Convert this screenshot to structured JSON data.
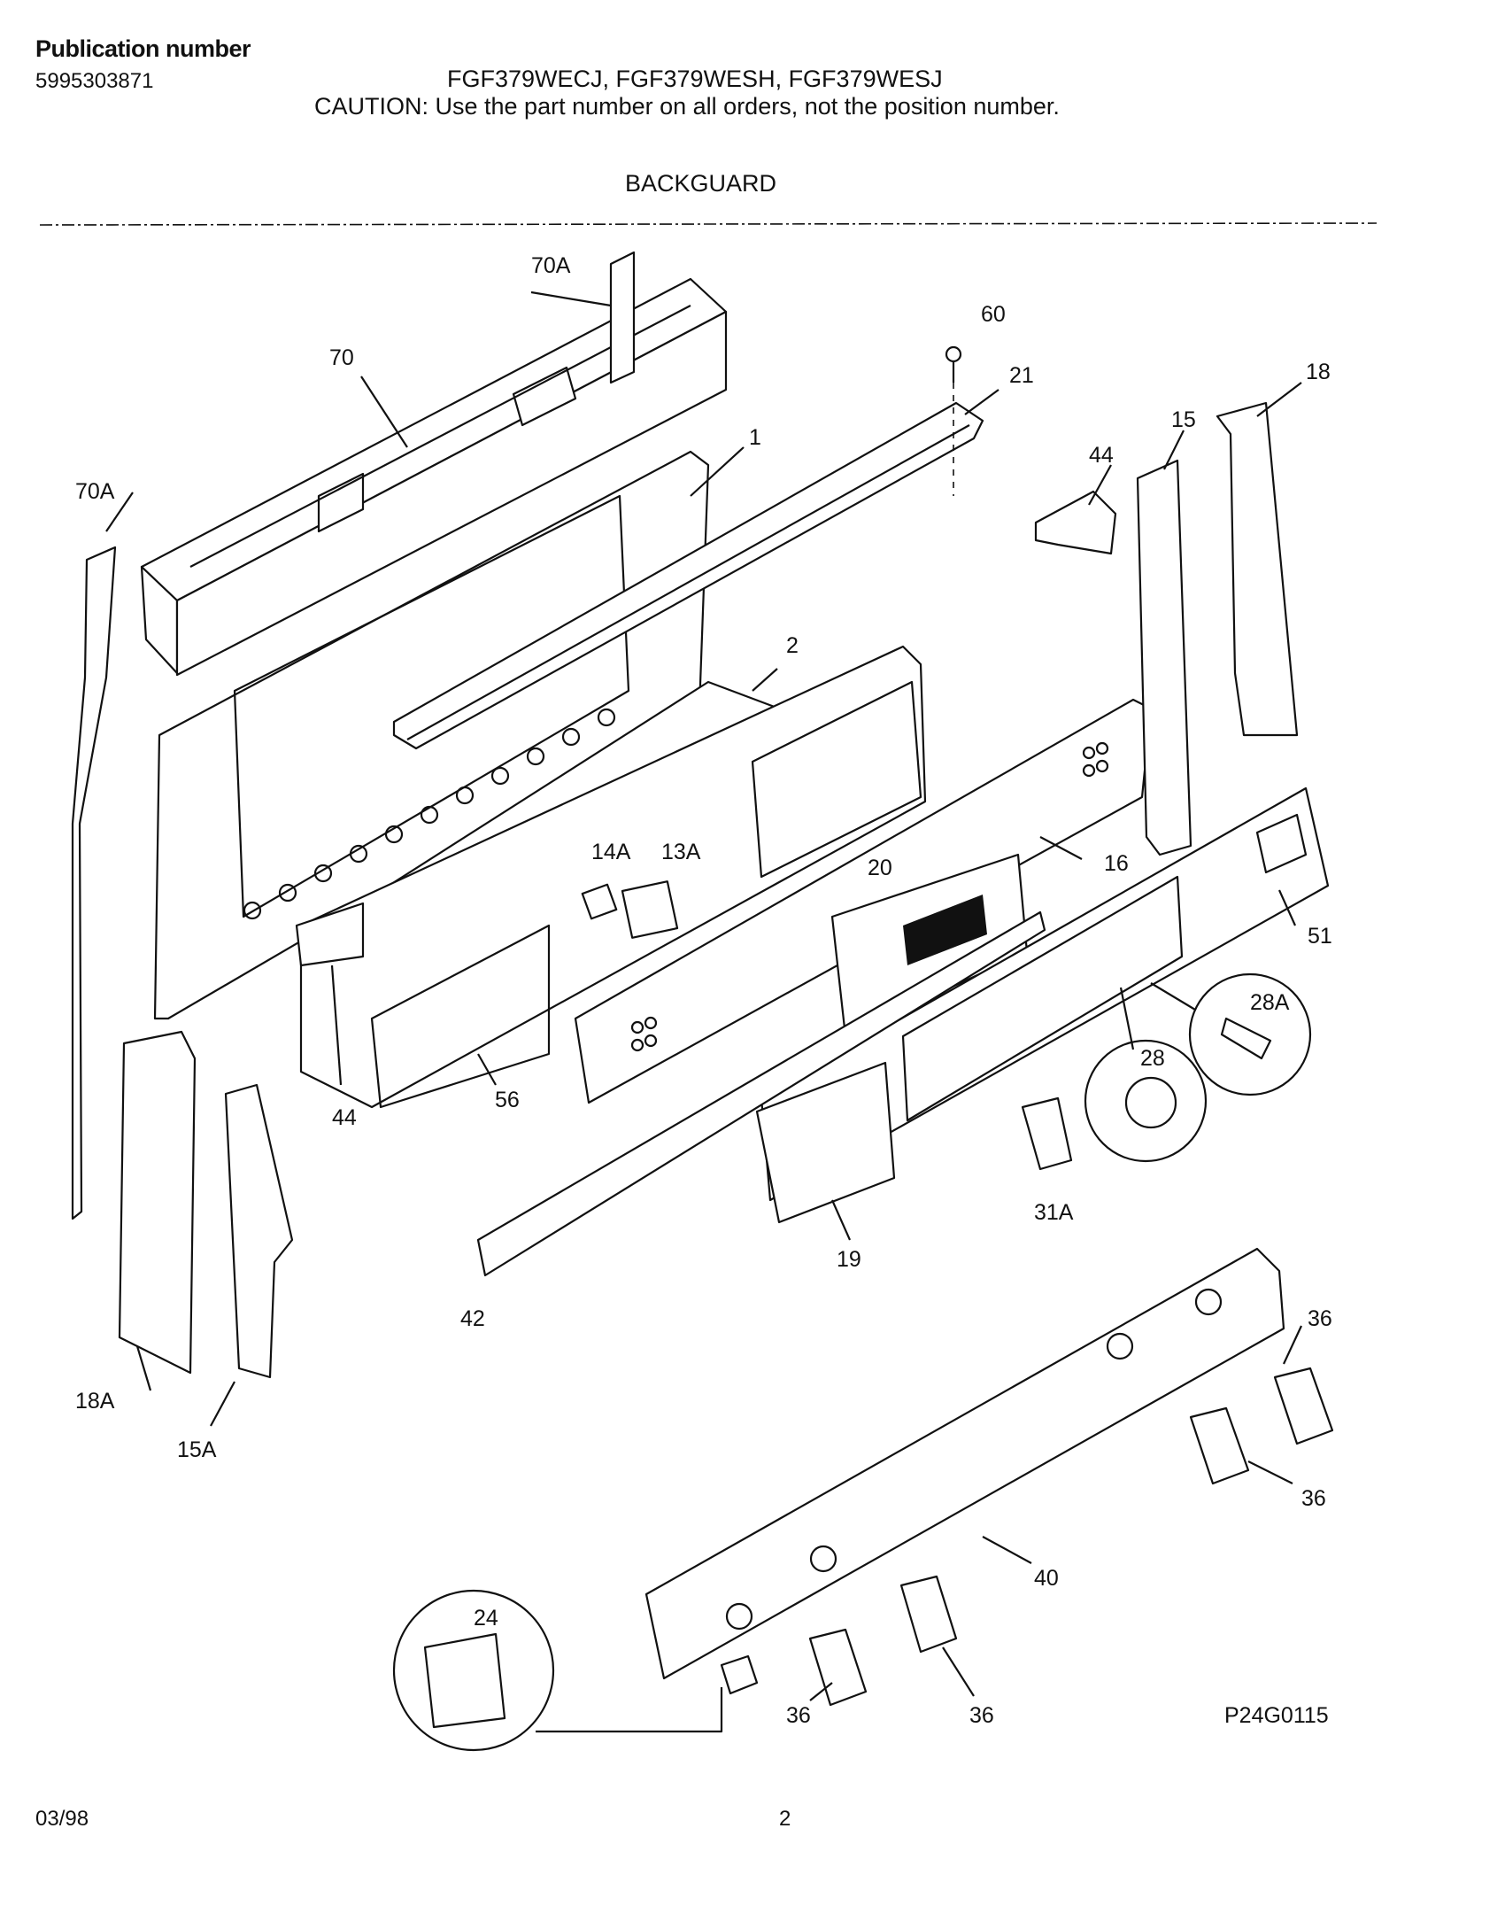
{
  "header": {
    "publication_label": "Publication number",
    "publication_number": "5995303871",
    "models": "FGF379WECJ, FGF379WESH, FGF379WESJ",
    "caution": "CAUTION:  Use the part number on all orders, not the position number.",
    "section_title": "BACKGUARD"
  },
  "diagram": {
    "figure_id": "P24G0115",
    "callouts": {
      "c70A_top": "70A",
      "c70": "70",
      "c60": "60",
      "c21": "21",
      "c18": "18",
      "c15": "15",
      "c1": "1",
      "c44_right": "44",
      "c70A_left": "70A",
      "c2": "2",
      "c14A": "14A",
      "c13A": "13A",
      "c20": "20",
      "c16": "16",
      "c51": "51",
      "c28A": "28A",
      "c28": "28",
      "c44_left": "44",
      "c56": "56",
      "c31A": "31A",
      "c19": "19",
      "c42": "42",
      "c18A": "18A",
      "c15A": "15A",
      "c36_a": "36",
      "c36_b": "36",
      "c40": "40",
      "c24": "24",
      "c36_c": "36",
      "c36_d": "36"
    }
  },
  "footer": {
    "date": "03/98",
    "page": "2"
  }
}
